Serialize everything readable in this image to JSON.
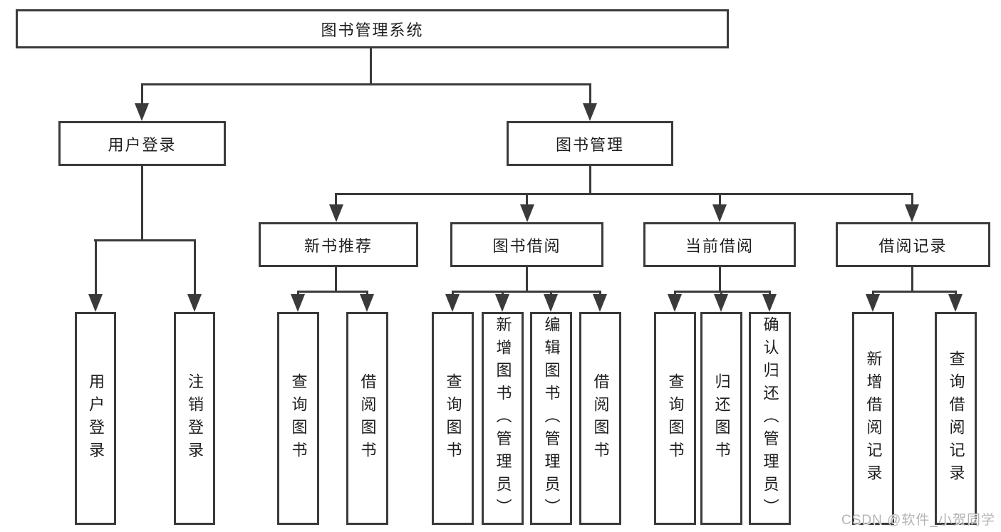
{
  "nodes": {
    "root": "图书管理系统",
    "user_login": "用户登录",
    "book_mgmt": "图书管理",
    "new_book_rec": "新书推荐",
    "book_borrow": "图书借阅",
    "current_borrow": "当前借阅",
    "borrow_records": "借阅记录",
    "ul_login": "用户登录",
    "ul_logout": "注销登录",
    "nb_query": "查询图书",
    "nb_borrow": "借阅图书",
    "bb_query": "查询图书",
    "bb_add": "新增图书（管理员）",
    "bb_edit": "编辑图书（管理员）",
    "bb_borrow": "借阅图书",
    "cb_query": "查询图书",
    "cb_return": "归还图书",
    "cb_confirm": "确认归还（管理员）",
    "br_add": "新增借阅记录",
    "br_query": "查询借阅记录"
  },
  "watermark": "CSDN @软件_小贺同学",
  "colors": {
    "line": "#3a3a3a",
    "text": "#1e1e1e",
    "box_fill": "#ffffff",
    "background": "#ffffff",
    "watermark": "#b4b4b4"
  }
}
